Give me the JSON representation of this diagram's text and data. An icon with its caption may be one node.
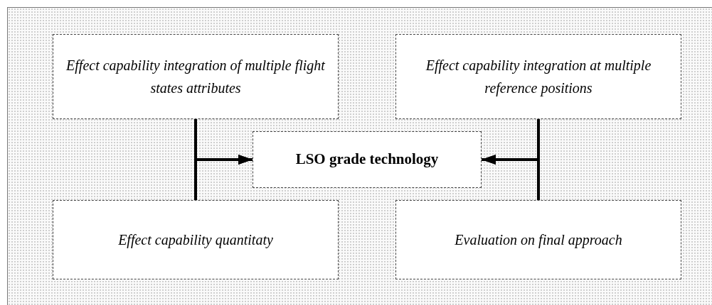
{
  "diagram": {
    "nodes": [
      {
        "text": [
          "Effect capability integration of multiple flight states attributes"
        ]
      },
      {
        "text": [
          "Effect capability integration at multiple reference positions"
        ]
      },
      {
        "text": [
          "LSO grade technology"
        ]
      },
      {
        "text": [
          "Effect capability quantitaty"
        ]
      },
      {
        "text": [
          "Evaluation on final approach"
        ]
      }
    ],
    "edges": [
      {
        "from": 0,
        "to": 2,
        "arrow": "to"
      },
      {
        "from": 3,
        "to": 2,
        "arrow": "to"
      },
      {
        "from": 1,
        "to": 2,
        "arrow": "to"
      },
      {
        "from": 4,
        "to": 2,
        "arrow": "to"
      }
    ]
  }
}
